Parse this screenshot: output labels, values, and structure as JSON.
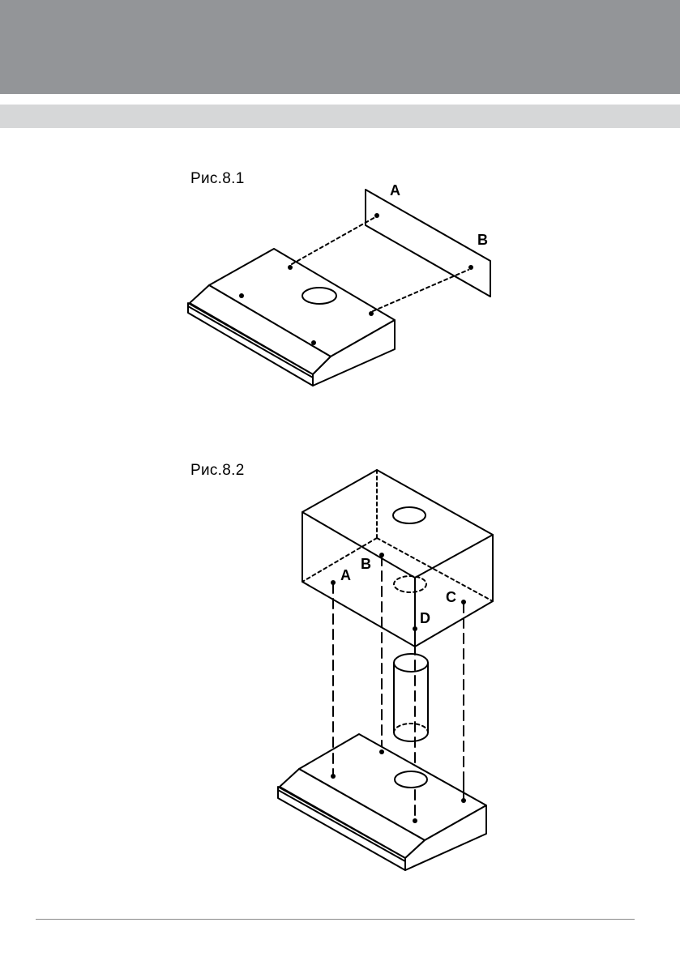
{
  "figures": [
    {
      "caption": "Рис.8.1",
      "labels": {
        "a": "A",
        "b": "B"
      }
    },
    {
      "caption": "Рис.8.2",
      "labels": {
        "a": "A",
        "b": "B",
        "c": "C",
        "d": "D"
      }
    }
  ]
}
